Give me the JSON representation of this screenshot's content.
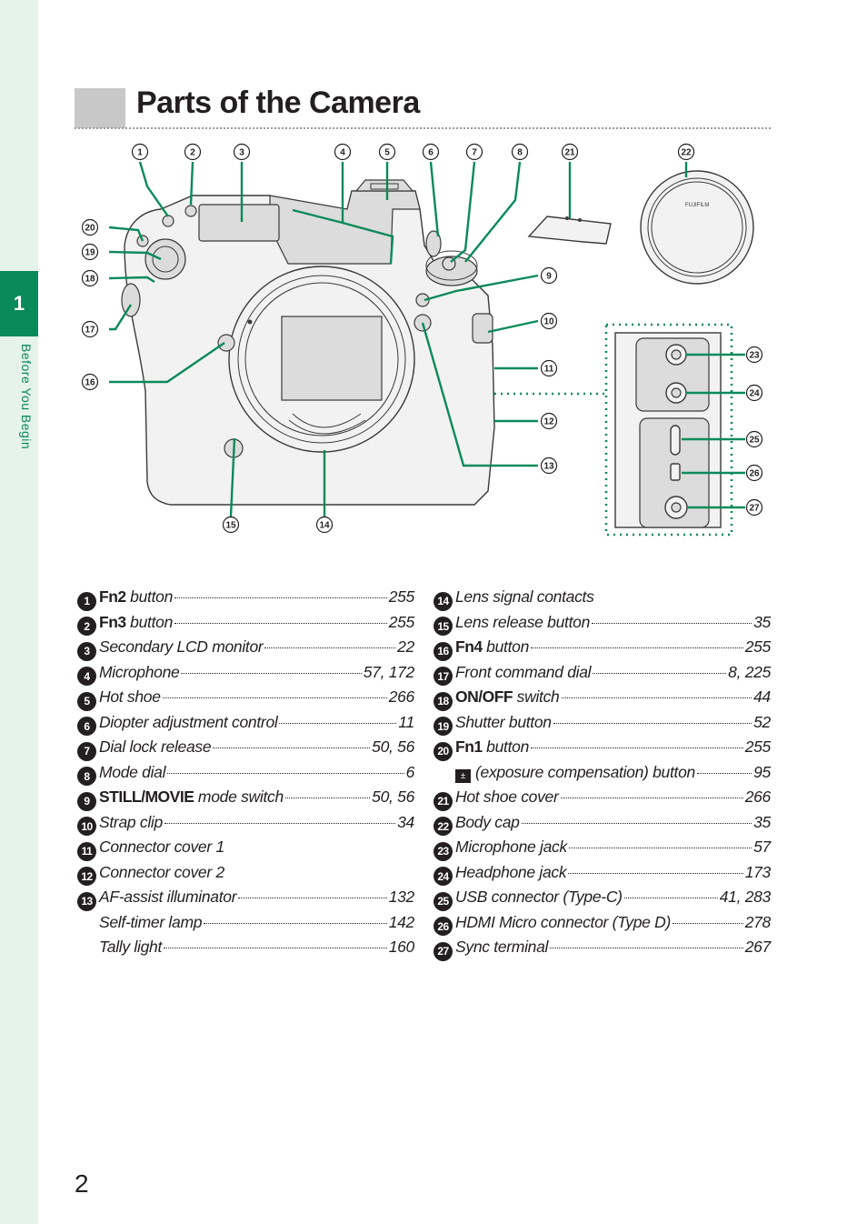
{
  "page": {
    "title": "Parts of the Camera",
    "page_number": "2",
    "chapter_number": "1",
    "chapter_label": "Before You Begin"
  },
  "colors": {
    "accent": "#0a8a5a",
    "side_tab_bg": "#e6f2ec",
    "text": "#231f20"
  },
  "callouts": {
    "c1": "1",
    "c2": "2",
    "c3": "3",
    "c4": "4",
    "c5": "5",
    "c6": "6",
    "c7": "7",
    "c8": "8",
    "c9": "9",
    "c10": "10",
    "c11": "11",
    "c12": "12",
    "c13": "13",
    "c14": "14",
    "c15": "15",
    "c16": "16",
    "c17": "17",
    "c18": "18",
    "c19": "19",
    "c20": "20",
    "c21": "21",
    "c22": "22",
    "c23": "23",
    "c24": "24",
    "c25": "25",
    "c26": "26",
    "c27": "27"
  },
  "body_cap_text": "FUJIFILM",
  "legend_left": [
    {
      "num": "1",
      "bold": "Fn2",
      "text": " button",
      "page": "255"
    },
    {
      "num": "2",
      "bold": "Fn3",
      "text": " button",
      "page": "255"
    },
    {
      "num": "3",
      "bold": "",
      "text": "Secondary LCD monitor",
      "page": "22"
    },
    {
      "num": "4",
      "bold": "",
      "text": "Microphone",
      "page": "57, 172"
    },
    {
      "num": "5",
      "bold": "",
      "text": "Hot shoe",
      "page": "266"
    },
    {
      "num": "6",
      "bold": "",
      "text": "Diopter adjustment control",
      "page": "11"
    },
    {
      "num": "7",
      "bold": "",
      "text": "Dial lock release",
      "page": "50, 56"
    },
    {
      "num": "8",
      "bold": "",
      "text": "Mode dial",
      "page": "6"
    },
    {
      "num": "9",
      "bold": "STILL/MOVIE",
      "text": " mode switch",
      "page": "50, 56"
    },
    {
      "num": "10",
      "bold": "",
      "text": "Strap clip",
      "page": "34"
    },
    {
      "num": "11",
      "bold": "",
      "text": "Connector cover 1",
      "page": ""
    },
    {
      "num": "12",
      "bold": "",
      "text": "Connector cover 2",
      "page": ""
    },
    {
      "num": "13",
      "bold": "",
      "text": "AF-assist illuminator",
      "page": "132"
    },
    {
      "num": "",
      "bold": "",
      "text": "Self-timer lamp",
      "page": "142"
    },
    {
      "num": "",
      "bold": "",
      "text": "Tally light",
      "page": "160"
    }
  ],
  "legend_right": [
    {
      "num": "14",
      "bold": "",
      "text": "Lens signal contacts",
      "page": ""
    },
    {
      "num": "15",
      "bold": "",
      "text": "Lens release button",
      "page": "35"
    },
    {
      "num": "16",
      "bold": "Fn4",
      "text": " button",
      "page": "255"
    },
    {
      "num": "17",
      "bold": "",
      "text": "Front command dial",
      "page": "8, 225"
    },
    {
      "num": "18",
      "bold": "ON/OFF",
      "text": " switch",
      "page": "44"
    },
    {
      "num": "19",
      "bold": "",
      "text": "Shutter button",
      "page": "52"
    },
    {
      "num": "20",
      "bold": "Fn1",
      "text": " button",
      "page": "255"
    },
    {
      "num": "",
      "bold": "",
      "text": "(exposure compensation) button",
      "page": "95",
      "icon": "exposure-compensation-icon"
    },
    {
      "num": "21",
      "bold": "",
      "text": "Hot shoe cover",
      "page": "266"
    },
    {
      "num": "22",
      "bold": "",
      "text": "Body cap",
      "page": "35"
    },
    {
      "num": "23",
      "bold": "",
      "text": "Microphone jack",
      "page": "57"
    },
    {
      "num": "24",
      "bold": "",
      "text": "Headphone jack",
      "page": "173"
    },
    {
      "num": "25",
      "bold": "",
      "text": "USB connector (Type-C)",
      "page": "41, 283"
    },
    {
      "num": "26",
      "bold": "",
      "text": "HDMI Micro connector (Type D)",
      "page": "278"
    },
    {
      "num": "27",
      "bold": "",
      "text": "Sync terminal",
      "page": "267"
    }
  ]
}
